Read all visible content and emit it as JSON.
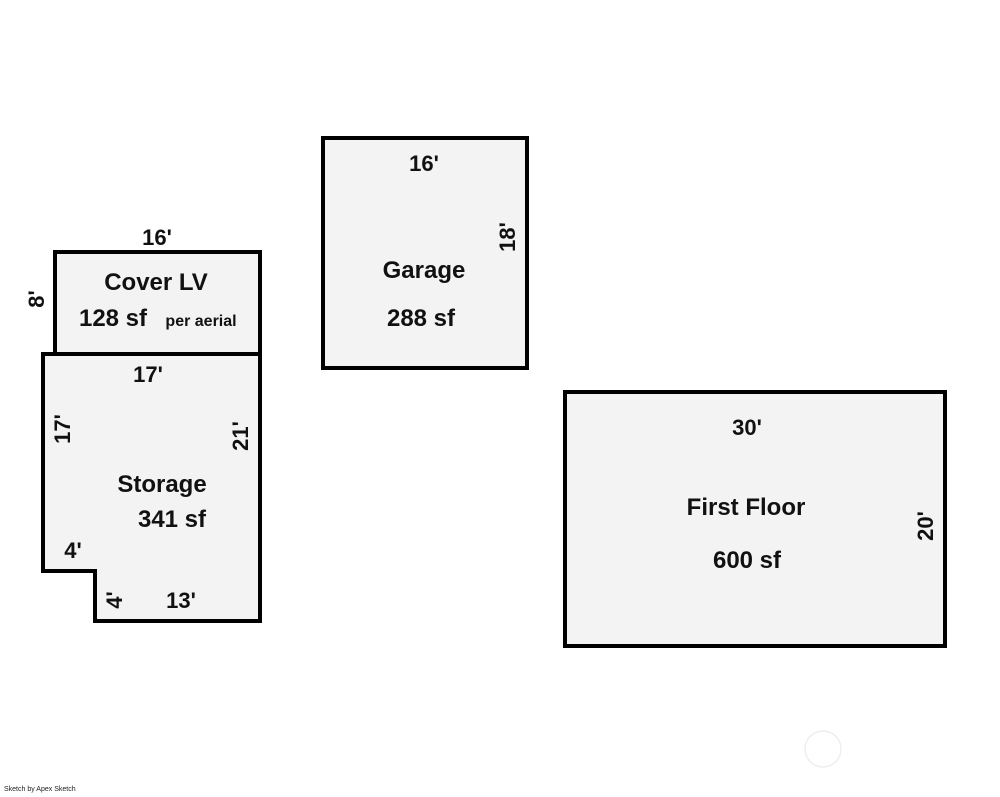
{
  "rooms": {
    "cover_lv": {
      "name": "Cover LV",
      "area": "128 sf",
      "note": "per aerial",
      "dims": {
        "top": "16'",
        "left": "8'"
      }
    },
    "garage": {
      "name": "Garage",
      "area": "288 sf",
      "dims": {
        "top": "16'",
        "right": "18'"
      }
    },
    "storage": {
      "name": "Storage",
      "area": "341 sf",
      "dims": {
        "top": "17'",
        "left": "17'",
        "right": "21'",
        "notch_top": "4'",
        "notch_side": "4'",
        "bottom": "13'"
      }
    },
    "first_floor": {
      "name": "First Floor",
      "area": "600 sf",
      "dims": {
        "top": "30'",
        "right": "20'"
      }
    }
  },
  "credit": "Sketch by Apex Sketch",
  "colors": {
    "room_fill": "#f3f3f3",
    "wall": "#000000"
  }
}
